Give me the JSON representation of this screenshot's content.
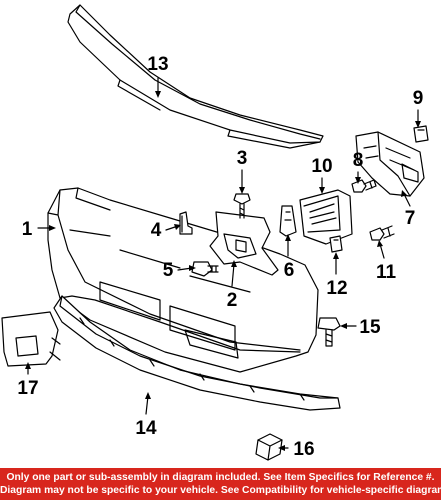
{
  "diagram": {
    "callouts": [
      {
        "id": "13",
        "label": "13"
      },
      {
        "id": "9",
        "label": "9"
      },
      {
        "id": "3",
        "label": "3"
      },
      {
        "id": "8",
        "label": "8"
      },
      {
        "id": "10",
        "label": "10"
      },
      {
        "id": "1",
        "label": "1"
      },
      {
        "id": "4",
        "label": "4"
      },
      {
        "id": "7",
        "label": "7"
      },
      {
        "id": "6",
        "label": "6"
      },
      {
        "id": "5",
        "label": "5"
      },
      {
        "id": "11",
        "label": "11"
      },
      {
        "id": "2",
        "label": "2"
      },
      {
        "id": "12",
        "label": "12"
      },
      {
        "id": "15",
        "label": "15"
      },
      {
        "id": "17",
        "label": "17"
      },
      {
        "id": "14",
        "label": "14"
      },
      {
        "id": "16",
        "label": "16"
      }
    ]
  },
  "disclaimer": {
    "line1": "Only one part or sub-assembly in diagram included. See Item Specifics for Reference #.",
    "line2": "Diagram may not be specific to your vehicle. See Compatibility for vehicle-specific diagrams."
  },
  "colors": {
    "banner": "#d8261d",
    "line": "#000000",
    "background": "#ffffff"
  }
}
